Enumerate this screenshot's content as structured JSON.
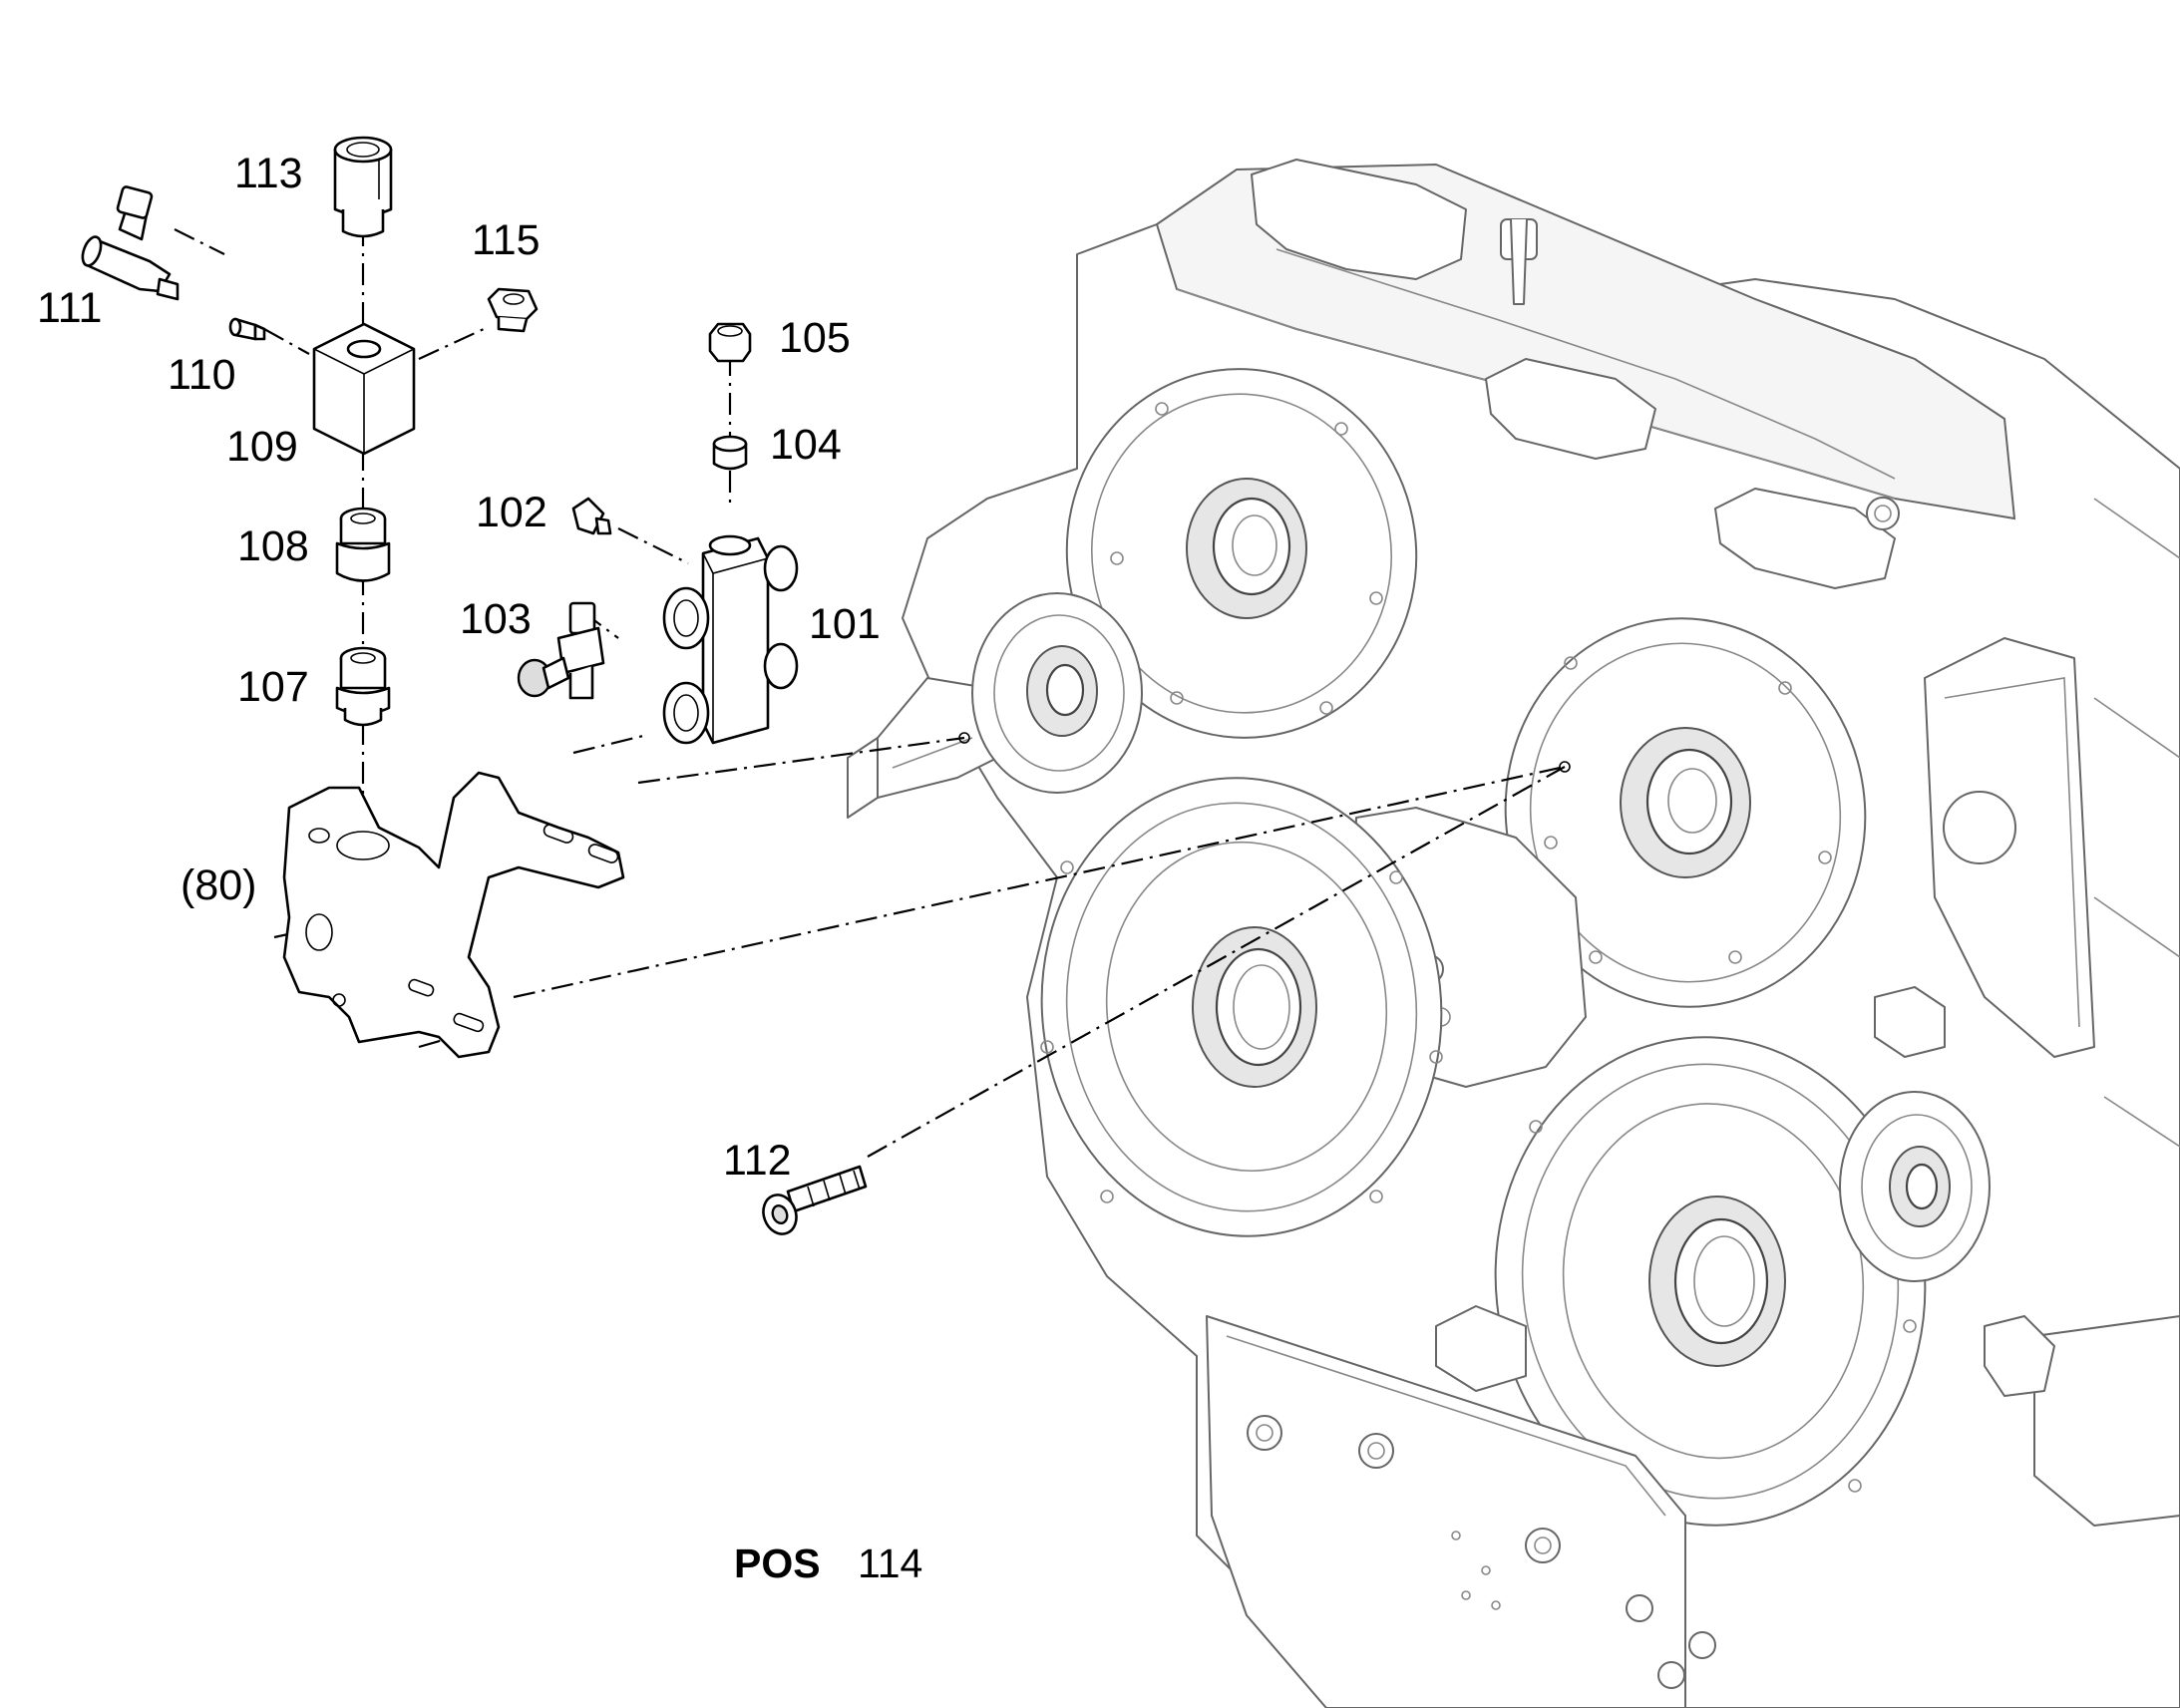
{
  "diagram": {
    "callouts": [
      {
        "id": "101",
        "text": "101"
      },
      {
        "id": "102",
        "text": "102"
      },
      {
        "id": "103",
        "text": "103"
      },
      {
        "id": "104",
        "text": "104"
      },
      {
        "id": "105",
        "text": "105"
      },
      {
        "id": "107",
        "text": "107"
      },
      {
        "id": "108",
        "text": "108"
      },
      {
        "id": "109",
        "text": "109"
      },
      {
        "id": "110",
        "text": "110"
      },
      {
        "id": "111",
        "text": "111"
      },
      {
        "id": "112",
        "text": "112"
      },
      {
        "id": "113",
        "text": "113"
      },
      {
        "id": "115",
        "text": "115"
      },
      {
        "id": "80",
        "text": "(80)"
      }
    ],
    "pos_label": "POS",
    "pos_value": "114"
  }
}
